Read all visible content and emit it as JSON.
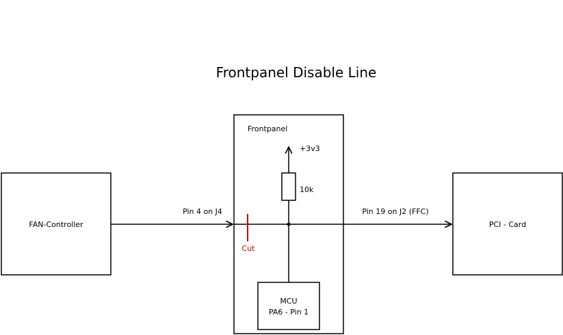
{
  "title": "Frontpanel Disable Line",
  "blocks": {
    "fan_controller": "FAN-Controller",
    "frontpanel": "Frontpanel",
    "pci_card": "PCI - Card",
    "mcu_line1": "MCU",
    "mcu_line2": "PA6 - Pin 1"
  },
  "labels": {
    "pin_j4": "Pin 4 on J4",
    "pin_j2": "Pin 19 on J2 (FFC)",
    "cut": "Cut",
    "supply": "+3v3",
    "resistor": "10k"
  },
  "colors": {
    "line": "#000000",
    "cut": "#cc0000"
  }
}
